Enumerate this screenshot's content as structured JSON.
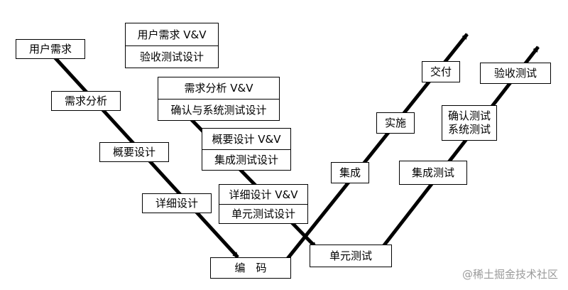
{
  "diagram": {
    "left_descending": {
      "user_requirements": "用户需求",
      "requirements_analysis": "需求分析",
      "outline_design": "概要设计",
      "detailed_design": "详细设计"
    },
    "bottom": {
      "coding": "编　码"
    },
    "verification_pairs": [
      {
        "top": "用户需求 V&V",
        "bottom": "验收测试设计"
      },
      {
        "top": "需求分析 V&V",
        "bottom": "确认与系统测试设计"
      },
      {
        "top": "概要设计 V&V",
        "bottom": "集成测试设计"
      },
      {
        "top": "详细设计 V&V",
        "bottom": "单元测试设计"
      }
    ],
    "development_ascending": {
      "integration": "集成",
      "implementation": "实施",
      "delivery": "交付"
    },
    "testing_ascending": {
      "unit_test": "单元测试",
      "integration_test": "集成测试",
      "confirmation_system_test": [
        "确认测试",
        "系统测试"
      ],
      "acceptance_test": "验收测试"
    }
  },
  "watermark": "@稀土掘金技术社区",
  "colors": {
    "line": "#000000",
    "box_border": "#000000",
    "watermark": "#9a9a9a"
  }
}
